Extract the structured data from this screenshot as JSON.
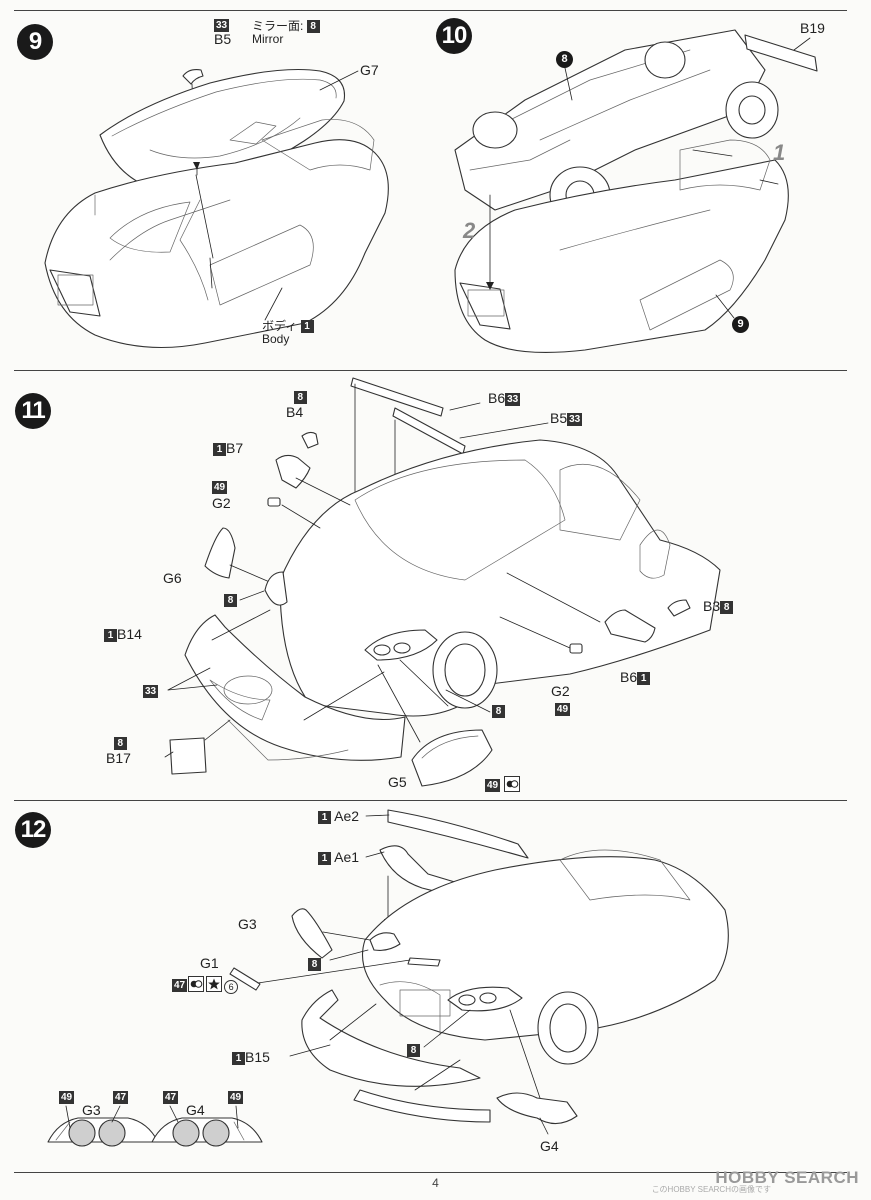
{
  "page_number": "4",
  "watermark": "HOBBY SEARCH",
  "watermark_small": "このHOBBY SEARCHの画像です",
  "steps": {
    "s9": {
      "num": "9"
    },
    "s10": {
      "num": "10"
    },
    "s11": {
      "num": "11"
    },
    "s12": {
      "num": "12"
    }
  },
  "step9": {
    "b5_color": "33",
    "b5": "B5",
    "mirror_jp": "ミラー面:",
    "mirror_color": "8",
    "mirror_en": "Mirror",
    "g7": "G7",
    "body_jp": "ボディ",
    "body_color": "1",
    "body_en": "Body"
  },
  "step10": {
    "b19": "B19",
    "ref8": "8",
    "ref9": "9",
    "order1": "1",
    "order2": "2"
  },
  "step11": {
    "b6_top": "B6",
    "b6_top_color": "33",
    "b5": "B5",
    "b5_color": "33",
    "b4_color": "8",
    "b4": "B4",
    "b7_color": "1",
    "b7": "B7",
    "g2_color": "49",
    "g2": "G2",
    "g6": "G6",
    "c8_left": "8",
    "b14_color": "1",
    "b14": "B14",
    "c33": "33",
    "b17_color": "8",
    "b17": "B17",
    "g5": "G5",
    "g5_color": "49",
    "c8_right": "8",
    "g2_r": "G2",
    "g2_r_color": "49",
    "b3": "B3",
    "b3_color": "8",
    "b6_bottom": "B6",
    "b6_bottom_color": "1"
  },
  "step12": {
    "ae2_color": "1",
    "ae2": "Ae2",
    "ae1_color": "1",
    "ae1": "Ae1",
    "g3": "G3",
    "c8_a": "8",
    "g1": "G1",
    "g1_color": "47",
    "g1_num": "6",
    "b15_color": "1",
    "b15": "B15",
    "c8_b": "8",
    "g4": "G4",
    "leg_g3": "G3",
    "leg_g3_l": "49",
    "leg_g3_r": "47",
    "leg_g4": "G4",
    "leg_g4_l": "47",
    "leg_g4_r": "49"
  }
}
